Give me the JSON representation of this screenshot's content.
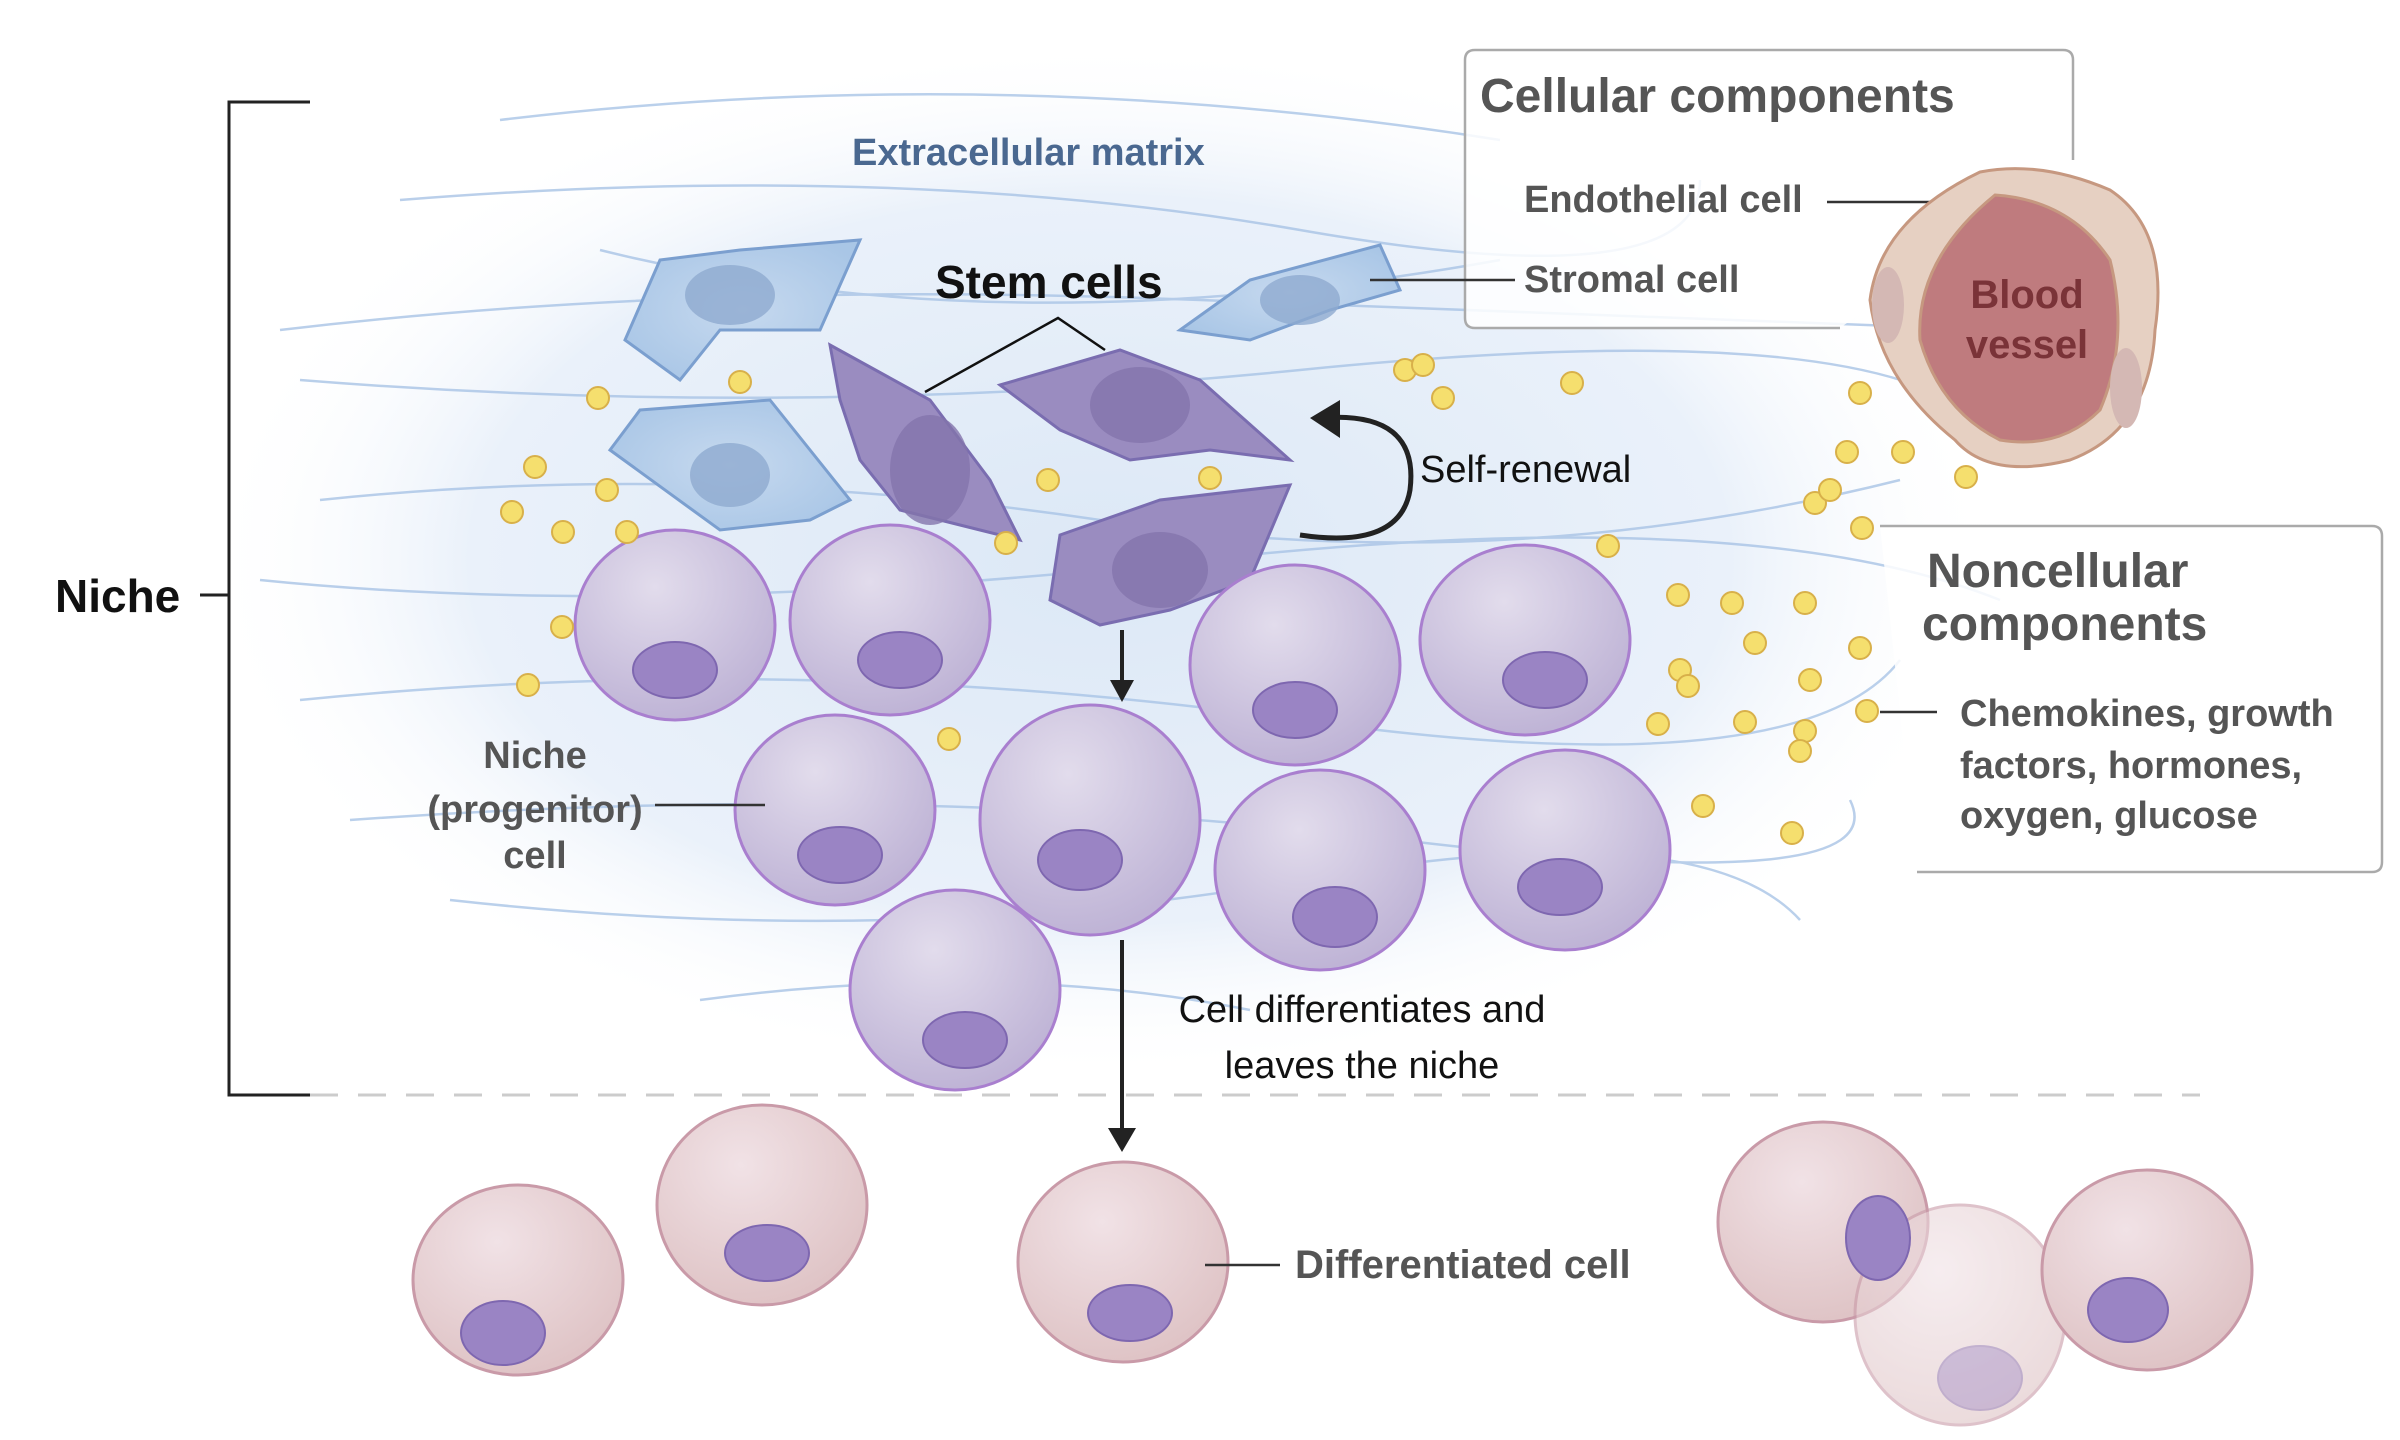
{
  "labels": {
    "niche": "Niche",
    "extracellular_matrix": "Extracellular matrix",
    "stem_cells": "Stem cells",
    "self_renewal": "Self-renewal",
    "niche_progenitor_cell": [
      "Niche",
      "(progenitor)",
      "cell"
    ],
    "cell_differentiates": [
      "Cell differentiates and",
      "leaves the niche"
    ],
    "differentiated_cell": "Differentiated cell",
    "blood_vessel": [
      "Blood",
      "vessel"
    ]
  },
  "cellular_components": {
    "title": "Cellular components",
    "items": [
      "Endothelial cell",
      "Stromal cell"
    ]
  },
  "noncellular_components": {
    "title": [
      "Noncellular",
      "components"
    ],
    "items": [
      "Chemokines, growth",
      "factors, hormones,",
      "oxygen, glucose"
    ]
  },
  "colors": {
    "matrix_text": "#4a6890",
    "label_text": "#555555",
    "stem_cell": "#9a8cc0",
    "stromal_cell": "#b8d2ec",
    "progenitor_cell": "#c9c0dc",
    "differentiated_cell": "#e6cfd2",
    "blood_vessel": "#bf7b7e",
    "molecule": "#f5df6e"
  }
}
